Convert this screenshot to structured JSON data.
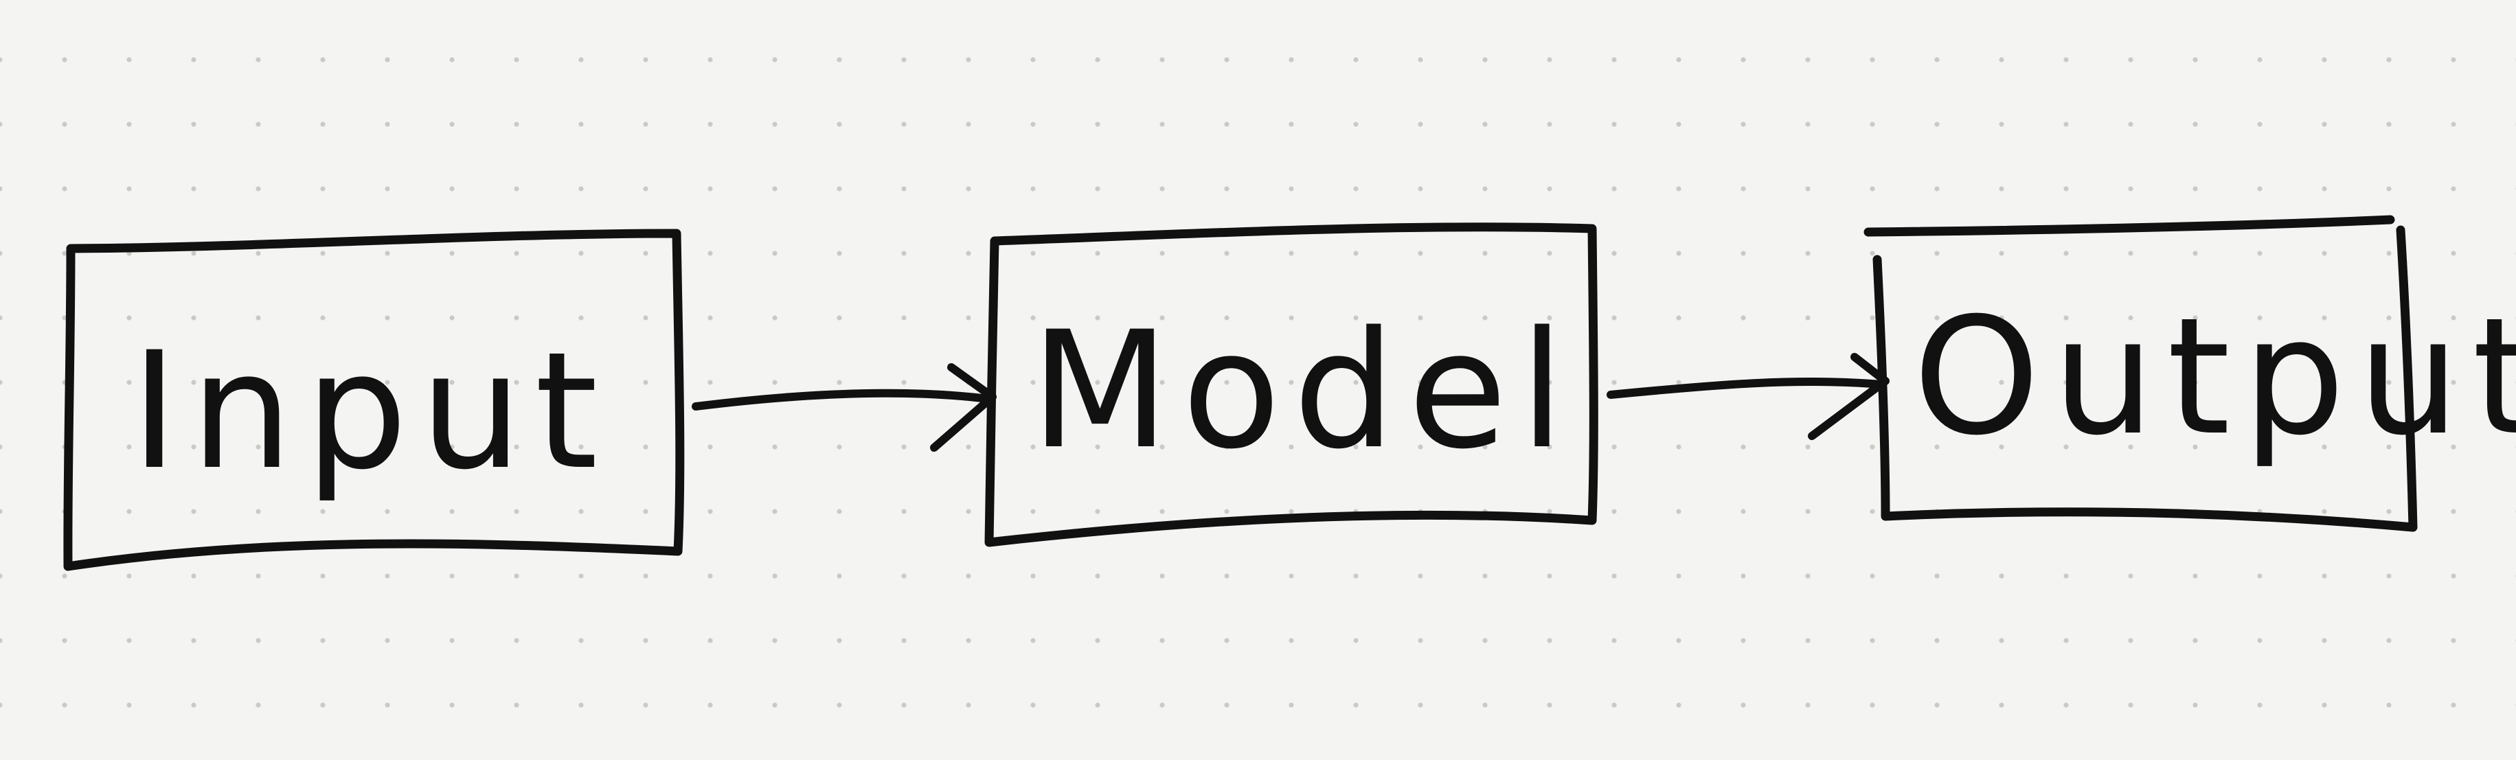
{
  "diagram": {
    "nodes": [
      {
        "id": "input",
        "label": "Input"
      },
      {
        "id": "model",
        "label": "Model"
      },
      {
        "id": "output",
        "label": "Output"
      }
    ],
    "edges": [
      {
        "from": "input",
        "to": "model"
      },
      {
        "from": "model",
        "to": "output"
      }
    ],
    "colors": {
      "ink": "#111111",
      "paper": "#f4f4f2",
      "grid_dots": "#c9c9c6"
    }
  }
}
